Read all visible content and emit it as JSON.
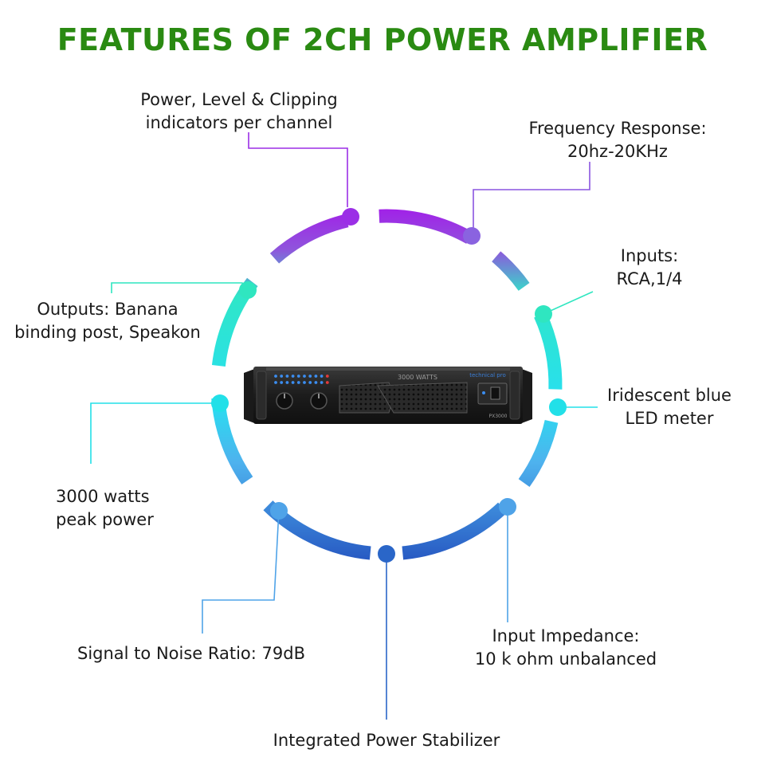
{
  "title": "FEATURES OF 2CH POWER AMPLIFIER",
  "colors": {
    "title": "#2a8a12",
    "purple": "#9b2fe6",
    "violet": "#8a63e0",
    "teal": "#2fe6c0",
    "cyan": "#22e0e8",
    "sky": "#4fa3e8",
    "blue": "#2a66c8"
  },
  "features": [
    {
      "id": "indicators",
      "lines": [
        "Power, Level & Clipping",
        "indicators per channel"
      ]
    },
    {
      "id": "frequency",
      "lines": [
        "Frequency Response:",
        "20hz-20KHz"
      ]
    },
    {
      "id": "inputs",
      "lines": [
        "Inputs:",
        "RCA,1/4"
      ]
    },
    {
      "id": "outputs",
      "lines": [
        "Outputs: Banana",
        "binding post, Speakon"
      ]
    },
    {
      "id": "led",
      "lines": [
        "Iridescent blue",
        "LED meter"
      ]
    },
    {
      "id": "peak",
      "lines": [
        "3000 watts",
        "peak power"
      ]
    },
    {
      "id": "snr",
      "lines": [
        "Signal to Noise Ratio: 79dB"
      ]
    },
    {
      "id": "impedance",
      "lines": [
        "Input Impedance:",
        "10 k ohm unbalanced"
      ]
    },
    {
      "id": "stabilizer",
      "lines": [
        "Integrated Power Stabilizer"
      ]
    }
  ],
  "amplifier": {
    "panel_label": "3000 WATTS",
    "model": "PX3000",
    "brand_icon": "technical-pro-logo"
  }
}
